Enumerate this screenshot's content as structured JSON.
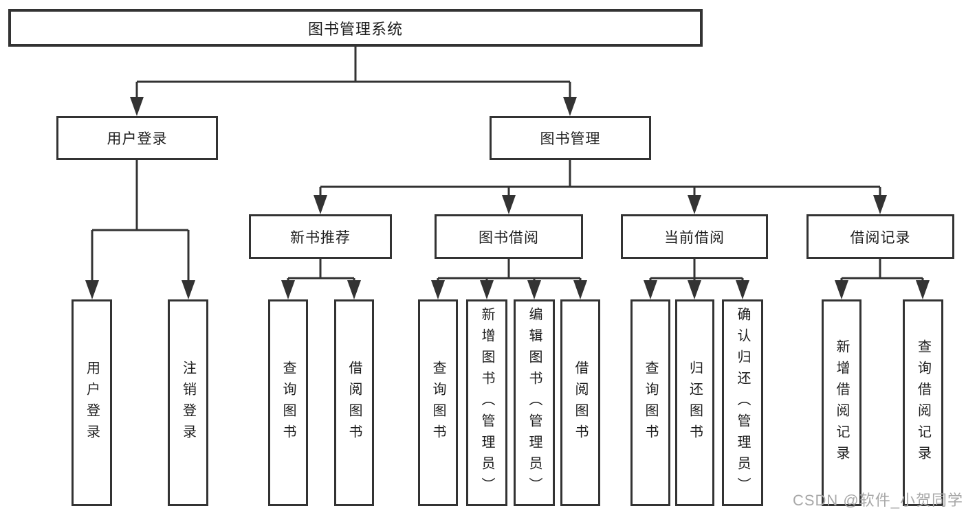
{
  "colors": {
    "line": "#333333",
    "box_border": "#333333",
    "text": "#1d1d1d",
    "background": "#ffffff",
    "watermark": "#a8a8a8"
  },
  "diagram": {
    "root": {
      "label": "图书管理系统"
    },
    "branches": [
      {
        "label": "用户登录",
        "children": [
          {
            "label": "用户登录"
          },
          {
            "label": "注销登录"
          }
        ]
      },
      {
        "label": "图书管理",
        "children": [
          {
            "label": "新书推荐",
            "children": [
              {
                "label": "查询图书"
              },
              {
                "label": "借阅图书"
              }
            ]
          },
          {
            "label": "图书借阅",
            "children": [
              {
                "label": "查询图书"
              },
              {
                "label": "新增图书（管理员）"
              },
              {
                "label": "编辑图书（管理员）"
              },
              {
                "label": "借阅图书"
              }
            ]
          },
          {
            "label": "当前借阅",
            "children": [
              {
                "label": "查询图书"
              },
              {
                "label": "归还图书"
              },
              {
                "label": "确认归还（管理员）"
              }
            ]
          },
          {
            "label": "借阅记录",
            "children": [
              {
                "label": "新增借阅记录"
              },
              {
                "label": "查询借阅记录"
              }
            ]
          }
        ]
      }
    ]
  },
  "watermark": {
    "text": "CSDN @软件_小贺同学"
  }
}
